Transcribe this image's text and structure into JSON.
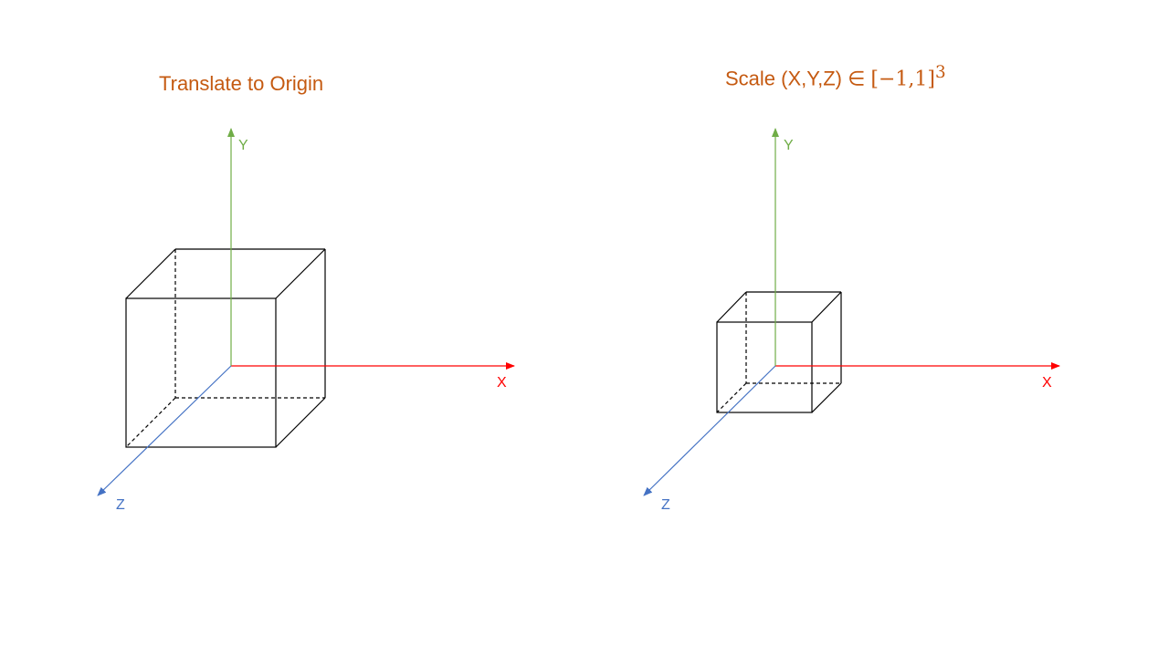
{
  "colors": {
    "title": "#c55a11",
    "x_axis": "#ff0000",
    "y_axis": "#70ad47",
    "z_axis": "#4472c4",
    "cube": "#000000"
  },
  "panels": [
    {
      "title": "Translate to Origin",
      "axes": {
        "x_label": "X",
        "y_label": "Y",
        "z_label": "Z"
      }
    },
    {
      "title_prefix": "Scale (X,Y,Z) ∈ ",
      "title_math": "[−1,1]",
      "title_exponent": "3",
      "axes": {
        "x_label": "X",
        "y_label": "Y",
        "z_label": "Z"
      }
    }
  ]
}
